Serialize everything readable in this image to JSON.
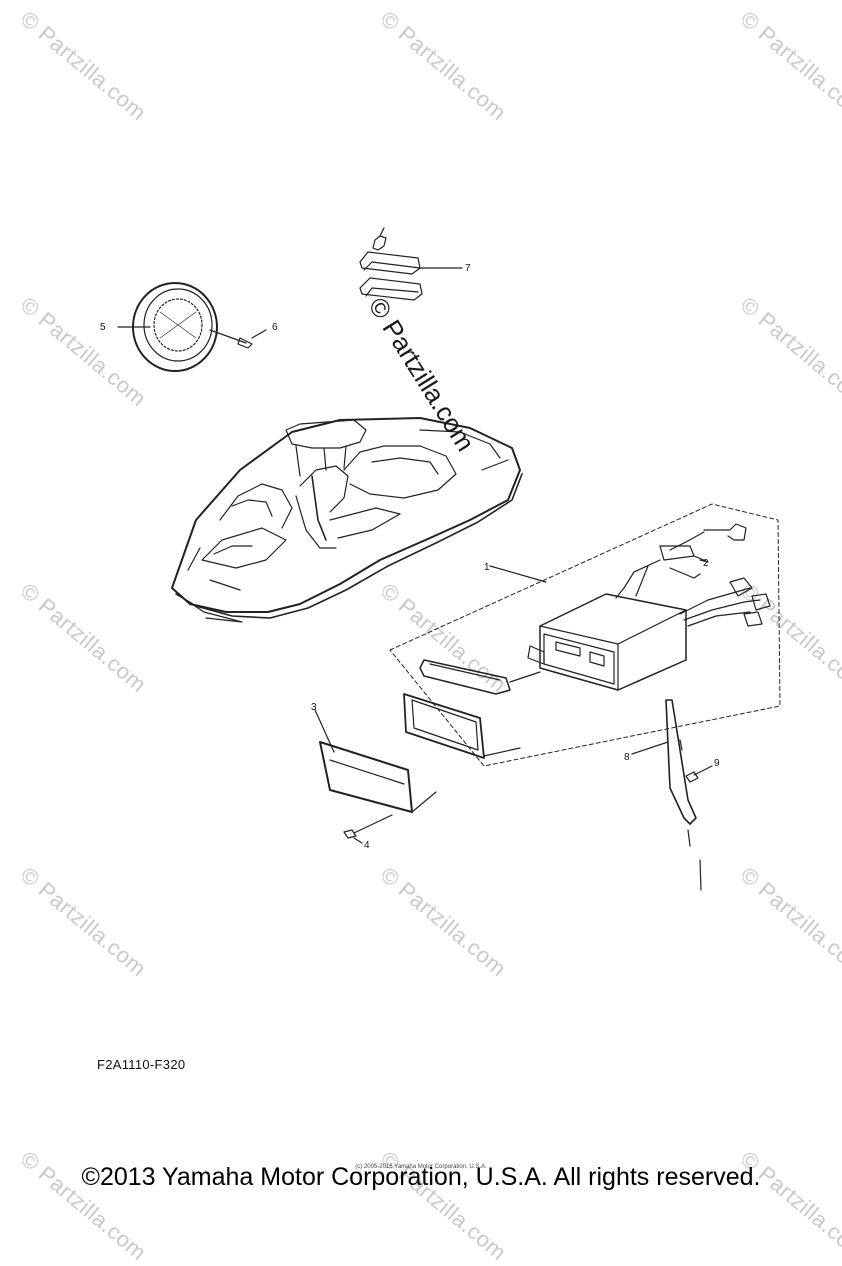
{
  "watermark": {
    "text": "© Partzilla.com",
    "big_text": "© Partzilla.com"
  },
  "callouts": [
    "1",
    "2",
    "3",
    "4",
    "5",
    "6",
    "7",
    "8",
    "9"
  ],
  "diagram_code": "F2A1110-F320",
  "small_copyright": "(c) 2005-2016 Yamaha Motor Corporation, U.S.A.",
  "copyright": "©2013 Yamaha Motor Corporation, U.S.A. All rights reserved."
}
